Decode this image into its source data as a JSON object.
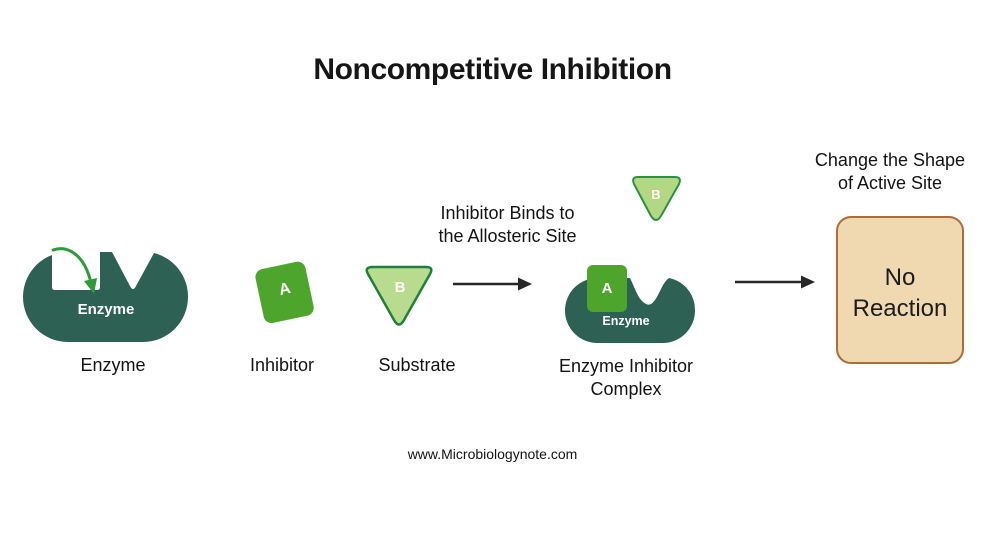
{
  "title": "Noncompetitive Inhibition",
  "footer": "www.Microbiologynote.com",
  "colors": {
    "enzyme": "#2c6153",
    "inhibitor": "#4da52b",
    "substrate_fill": "#b9db8e",
    "substrate_stroke": "#20803a",
    "floating_substrate_fill": "#b3d883",
    "floating_substrate_stroke": "#2b9140",
    "bind_arrow": "#2e9b3a",
    "flow_arrow": "#272727",
    "result_box_fill": "#f0d9b1",
    "result_box_border": "#ab6c35",
    "text": "#141414",
    "shape_text": "#ffffff"
  },
  "stage_enzyme": {
    "inner_label": "Enzyme",
    "caption": "Enzyme"
  },
  "stage_inhibitor": {
    "letter": "A",
    "caption": "Inhibitor"
  },
  "stage_substrate": {
    "letter": "B",
    "caption": "Substrate"
  },
  "binding_note": {
    "line1": "Inhibitor Binds to",
    "line2": "the Allosteric Site"
  },
  "stage_complex": {
    "inhibitor_letter": "A",
    "inner_label": "Enzyme",
    "floating_letter": "B",
    "caption_line1": "Enzyme Inhibitor",
    "caption_line2": "Complex"
  },
  "result": {
    "note_line1": "Change the Shape",
    "note_line2": "of Active Site",
    "label": "No Reaction"
  }
}
